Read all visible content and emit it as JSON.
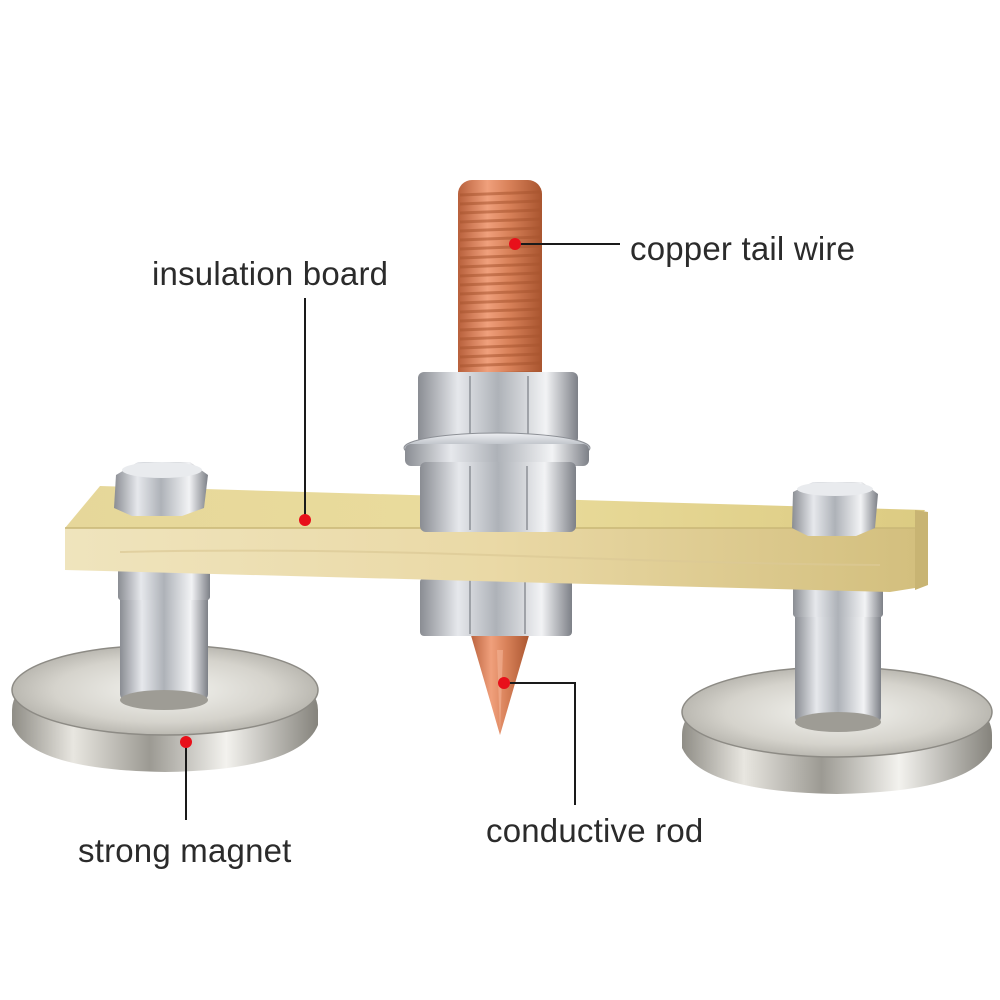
{
  "callouts": {
    "copper_tail_wire": "copper tail wire",
    "insulation_board": "insulation board",
    "strong_magnet": "strong magnet",
    "conductive_rod": "conductive rod"
  },
  "colors": {
    "marker": "#e8101a",
    "leader_line": "#1a1a1a",
    "copper": "#d9825a",
    "board": "#e9dca0",
    "steel": "#c9ccd2"
  }
}
